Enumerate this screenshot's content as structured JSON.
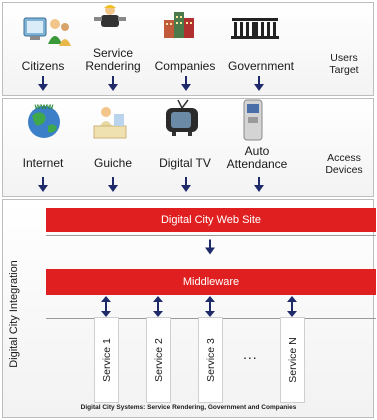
{
  "users": {
    "items": [
      {
        "label": "Citizens",
        "icon": "citizens-icon"
      },
      {
        "label": "Service\nRendering",
        "icon": "service-rendering-icon"
      },
      {
        "label": "Companies",
        "icon": "companies-icon"
      },
      {
        "label": "Government",
        "icon": "government-icon"
      }
    ],
    "side_label": "Users\nTarget"
  },
  "access": {
    "items": [
      {
        "label": "Internet",
        "icon": "globe-icon"
      },
      {
        "label": "Guiche",
        "icon": "counter-icon"
      },
      {
        "label": "Digital TV",
        "icon": "tv-icon"
      },
      {
        "label": "Auto\nAttendance",
        "icon": "kiosk-icon"
      }
    ],
    "side_label": "Access\nDevices"
  },
  "integration": {
    "vertical_label": "Digital City Integration",
    "web_site": "Digital City Web Site",
    "middleware": "Middleware",
    "services": [
      "Service 1",
      "Service 2",
      "Service 3",
      "Service N"
    ],
    "ellipsis": "...",
    "footer": "Digital City Systems:  Service Rendering, Government and Companies"
  },
  "colors": {
    "accent_red": "#e02020",
    "arrow_navy": "#1f2a6b"
  }
}
